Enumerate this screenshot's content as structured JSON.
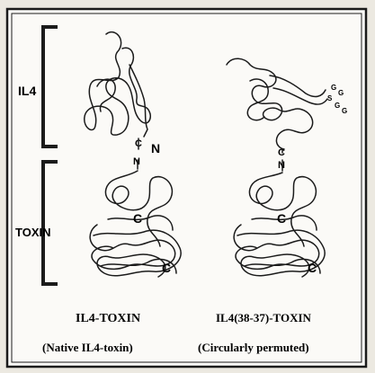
{
  "domain_labels": {
    "il4": "IL4",
    "toxin": "TOXIN"
  },
  "left_construct": {
    "title": "IL4-TOXIN",
    "subtitle": "(Native IL4-toxin)",
    "n_terminus": "N",
    "c_linker": "C",
    "n_linker": "N",
    "c_upper": "C",
    "c_lower": "C"
  },
  "right_construct": {
    "title": "IL4(38-37)-TOXIN",
    "subtitle": "(Circularly permuted)",
    "c_linker": "C",
    "n_linker": "N",
    "c_upper": "C",
    "c_lower": "C",
    "loop_labels": [
      "G",
      "G",
      "S",
      "G",
      "G"
    ]
  },
  "colors": {
    "background": "#ece9e1",
    "panel": "#fbfaf7",
    "ink": "#1b1b1b"
  }
}
